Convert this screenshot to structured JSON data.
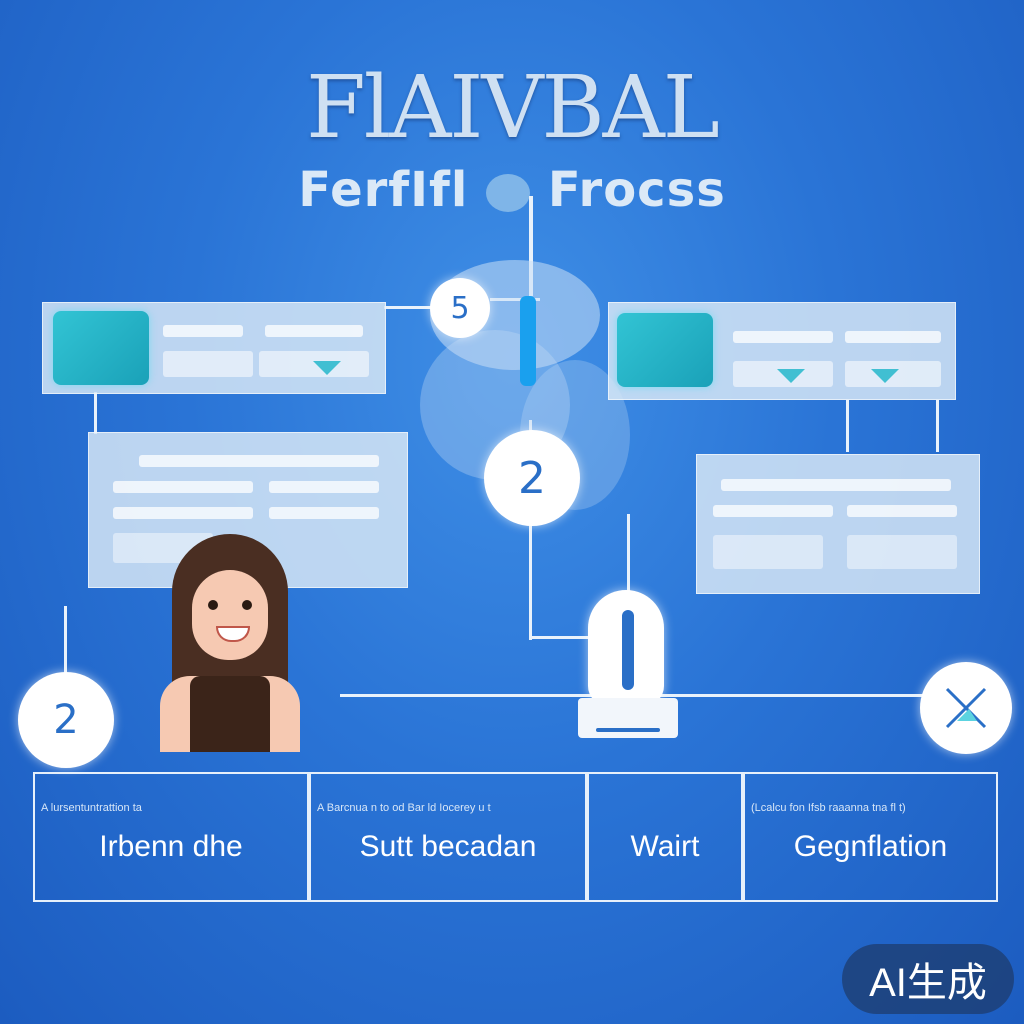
{
  "title_main": "FlAIVBAL",
  "title_sub": "FerfIfl",
  "title_sub2": "Frocss",
  "step_circles": [
    {
      "label": "2"
    },
    {
      "label": "2"
    },
    {
      "label": "5"
    }
  ],
  "boxes": [
    {
      "small": "A lursentuntrattion ta",
      "label": "Irbenn dhe"
    },
    {
      "small": "A Barcnua n to od Bar ld Iocerey u t",
      "label": "Sutt becadan"
    },
    {
      "small": "",
      "label": "Wairt"
    },
    {
      "small": "(Lcalcu fon Ifsb raaanna tna fl t)",
      "label": "Gegnflation"
    }
  ],
  "badge_text": "AI生成",
  "colors": {
    "background": "#2a74d6",
    "accent": "#32c4d4",
    "line": "#e9f2fb"
  }
}
